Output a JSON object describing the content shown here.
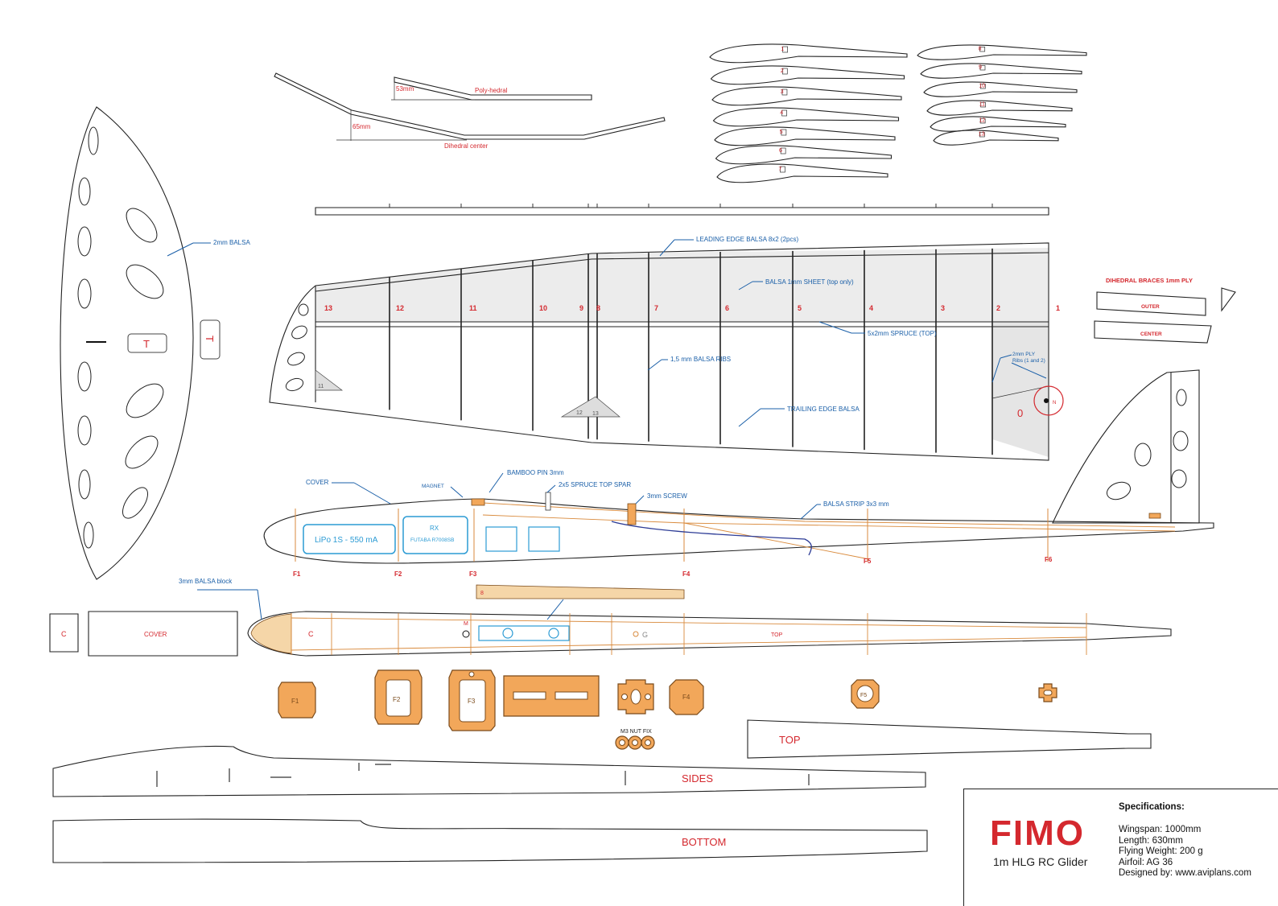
{
  "labels": {
    "polyhedral_dim": "53mm",
    "polyhedral": "Poly-hedral",
    "dihedral_dim": "65mm",
    "dihedral_center": "Dihedral center",
    "stab_material": "2mm BALSA",
    "stab_tag": "T",
    "leading_edge": "LEADING EDGE BALSA 8x2 (2pcs)",
    "balsa_sheet": "BALSA 1mm SHEET (top only)",
    "spruce_top": "5x2mm SPRUCE (TOP)",
    "balsa_ribs": "1,5 mm BALSA RIBS",
    "trailing_edge": "TRAILING EDGE BALSA",
    "ply_ribs_1": "2mm PLY",
    "ply_ribs_2": "Ribs (1 and 2)",
    "dihedral_braces": "DIHEDRAL BRACES 1mm PLY",
    "outer": "OUTER",
    "center": "CENTER",
    "rib_n": "N",
    "rib_0": "0",
    "tri_11": "11",
    "tri_12": "12",
    "tri_13": "13",
    "cover": "COVER",
    "magnet": "MAGNET",
    "bamboo_pin": "BAMBOO PIN 3mm",
    "spruce_spar": "2x5 SPRUCE TOP SPAR",
    "screw": "3mm SCREW",
    "balsa_strip": "BALSA STRIP 3x3 mm",
    "lipo": "LiPo 1S - 550 mA",
    "rx_1": "RX",
    "rx_2": "FUTABA R7008SB",
    "balsa_block": "3mm BALSA block",
    "c_tag": "C",
    "cover_part": "COVER",
    "m_tag": "M",
    "g_tag": "G",
    "top_tag": "TOP",
    "nut_fix": "M3 NUT FIX",
    "top_part": "TOP",
    "sides_part": "SIDES",
    "bottom_part": "BOTTOM",
    "spar_tag": "8"
  },
  "rib_numbers": [
    "1",
    "2",
    "3",
    "4",
    "5",
    "6",
    "7",
    "8",
    "9",
    "10",
    "11",
    "12",
    "13"
  ],
  "wing_station_numbers": [
    "13",
    "12",
    "11",
    "10",
    "9",
    "8",
    "7",
    "6",
    "5",
    "4",
    "3",
    "2",
    "1"
  ],
  "formers": [
    "F1",
    "F2",
    "F3",
    "F4",
    "F5",
    "F6"
  ],
  "former_parts": [
    "F1",
    "F2",
    "F3",
    "F4",
    "F5"
  ],
  "title_block": {
    "brand": "FIMO",
    "subtitle": "1m HLG RC Glider",
    "specs_heading": "Specifications:",
    "specs": [
      "Wingspan: 1000mm",
      "Length: 630mm",
      "Flying Weight: 200 g",
      "Airfoil: AG 36",
      "Designed by: www.aviplans.com"
    ]
  },
  "colors": {
    "label_blue": "#1a5fa8",
    "label_red": "#d4282e",
    "part_orange": "#f2a75a",
    "brand_red": "#d4282e"
  }
}
